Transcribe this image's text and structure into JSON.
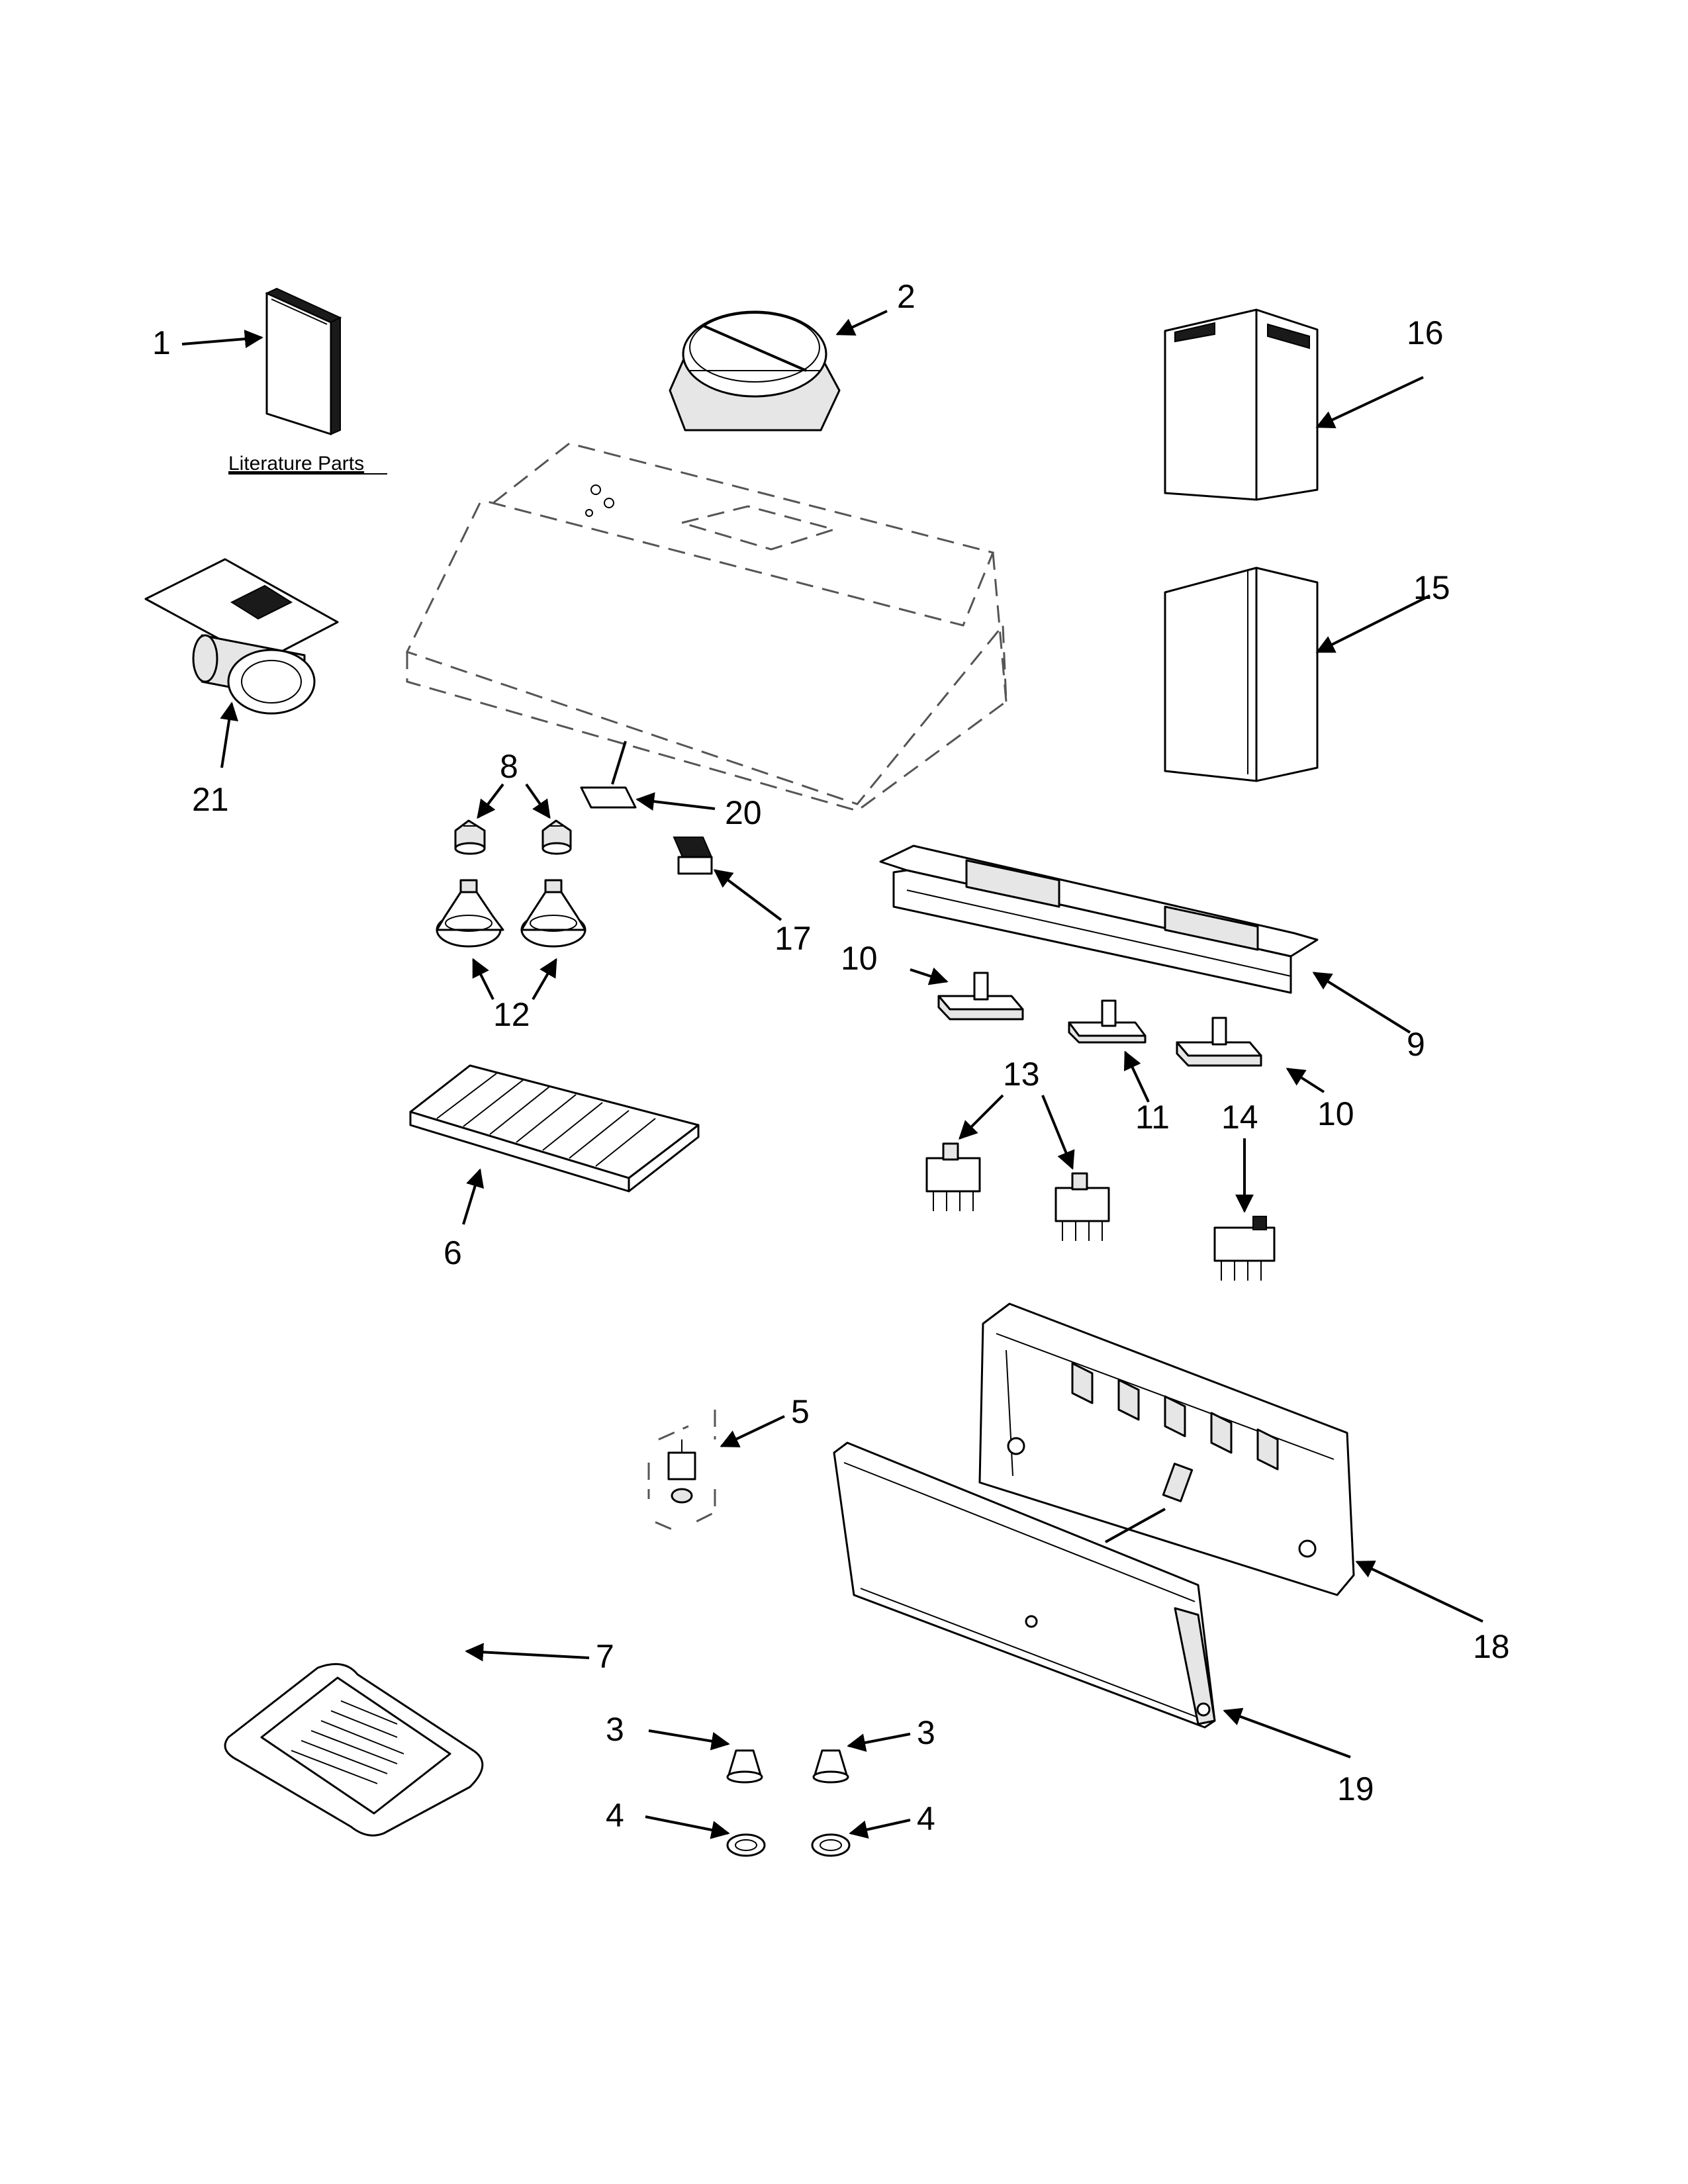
{
  "literature_caption": "Literature Parts",
  "callouts": [
    "1",
    "2",
    "16",
    "15",
    "21",
    "8",
    "20",
    "17",
    "12",
    "10",
    "9",
    "11",
    "13",
    "14",
    "10",
    "6",
    "5",
    "18",
    "7",
    "3",
    "3",
    "19",
    "4",
    "4"
  ]
}
